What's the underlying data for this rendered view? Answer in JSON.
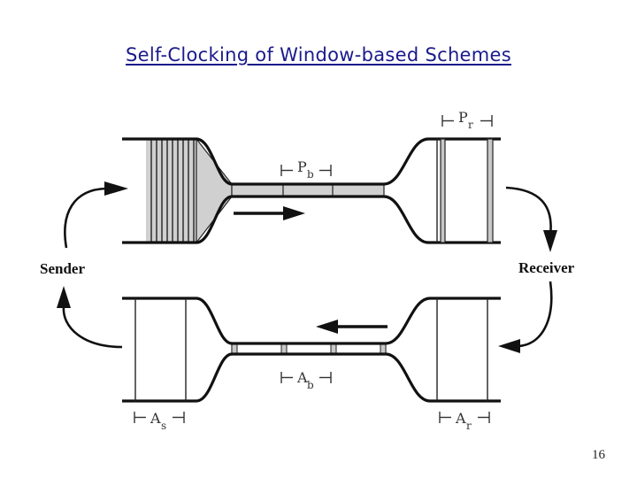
{
  "slide": {
    "title": "Self-Clocking of Window-based Schemes",
    "page_number": "16"
  },
  "diagram": {
    "sender_label": "Sender",
    "receiver_label": "Receiver",
    "pb_label": {
      "main": "P",
      "sub": "b"
    },
    "pr_label": {
      "main": "P",
      "sub": "r"
    },
    "ab_label": {
      "main": "A",
      "sub": "b"
    },
    "as_label": {
      "main": "A",
      "sub": "s"
    },
    "ar_label": {
      "main": "A",
      "sub": "r"
    }
  }
}
